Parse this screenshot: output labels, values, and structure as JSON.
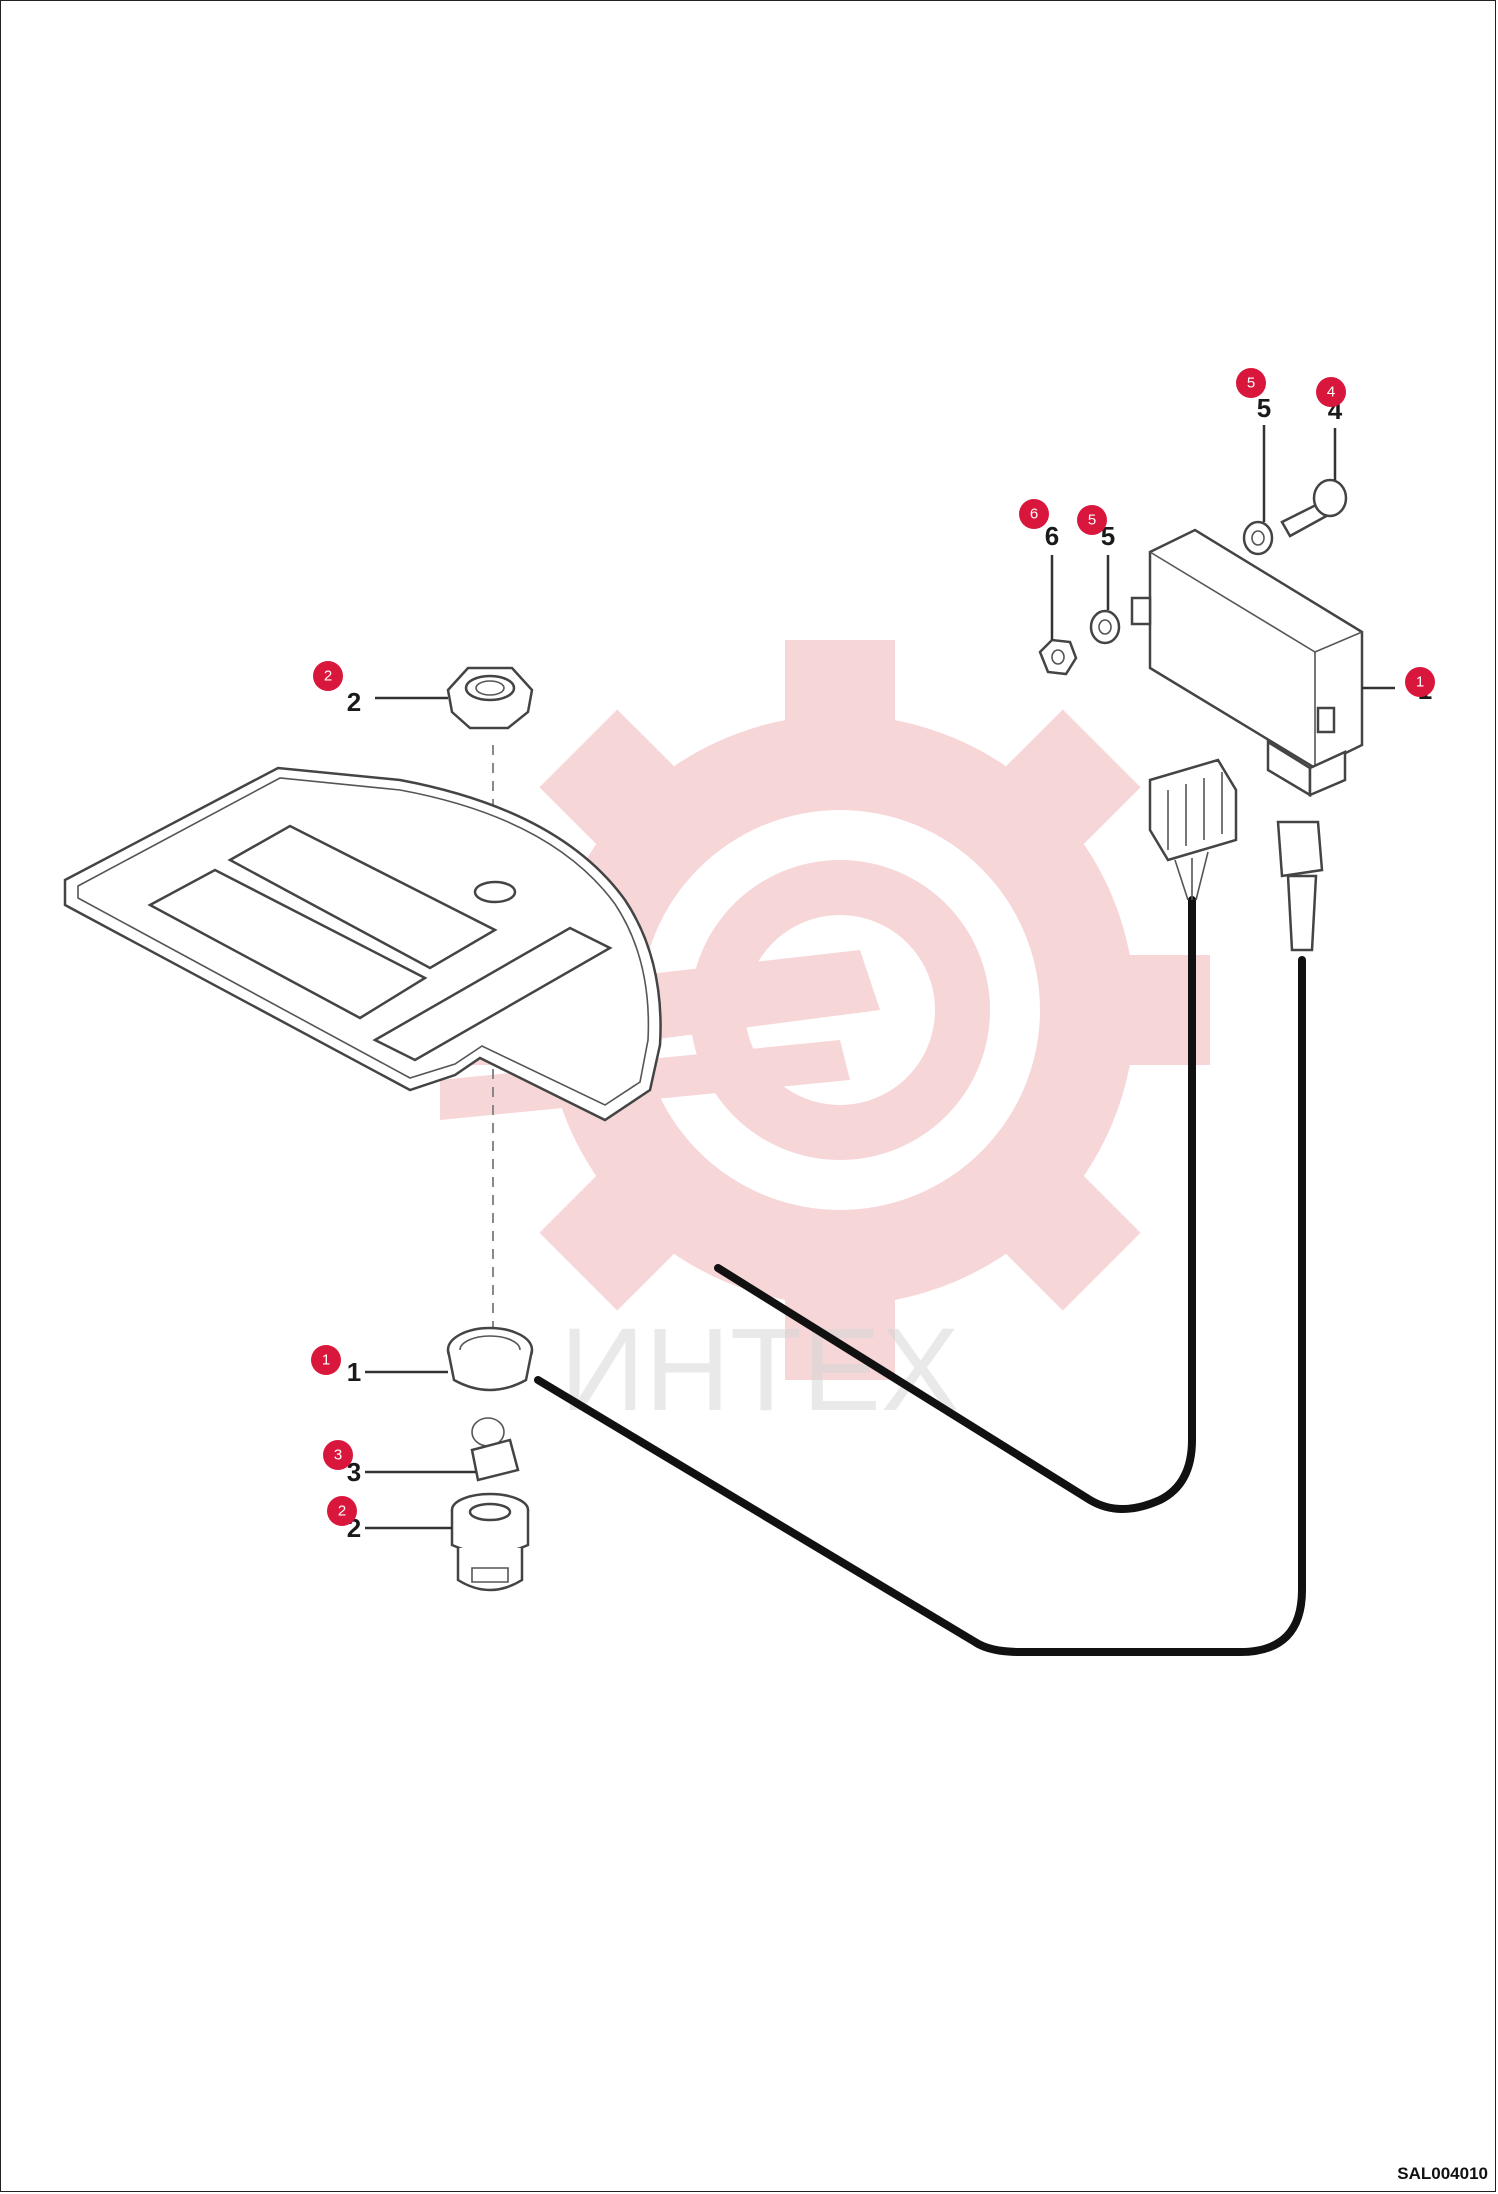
{
  "drawing_id": "SAL004010",
  "watermark_text": "ИНТЕХ",
  "colors": {
    "callout_fill": "#d9173c",
    "watermark_gear": "#f3c2c6",
    "cable": "#111111"
  },
  "parts": [
    {
      "callout": "1",
      "label": "1",
      "desc_icon": "control-box"
    },
    {
      "callout": "2",
      "label": "2",
      "desc_icon": "hex-nut-top"
    },
    {
      "callout": "1",
      "label": "1",
      "desc_icon": "bezel-ring"
    },
    {
      "callout": "3",
      "label": "3",
      "desc_icon": "key"
    },
    {
      "callout": "2",
      "label": "2",
      "desc_icon": "ignition-switch"
    },
    {
      "callout": "6",
      "label": "6",
      "desc_icon": "nut"
    },
    {
      "callout": "5",
      "label": "5",
      "desc_icon": "washer"
    },
    {
      "callout": "5",
      "label": "5",
      "desc_icon": "washer-top"
    },
    {
      "callout": "4",
      "label": "4",
      "desc_icon": "bolt"
    }
  ]
}
